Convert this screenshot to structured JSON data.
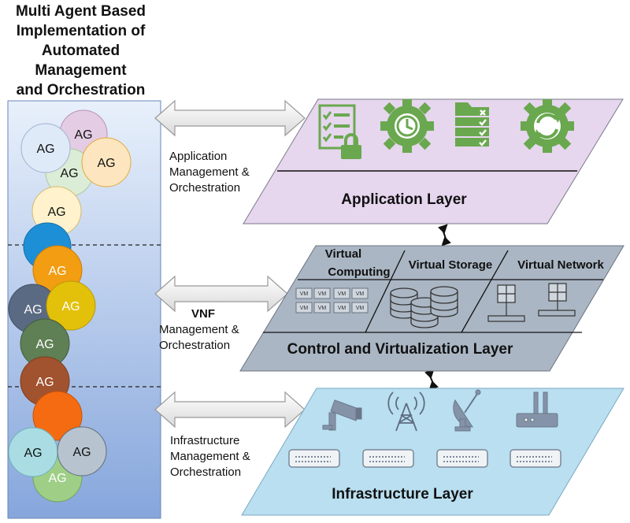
{
  "title": {
    "lines": [
      "Multi Agent Based",
      "Implementation of",
      "Automated",
      "Management",
      "and Orchestration"
    ]
  },
  "agent": {
    "label": "AG"
  },
  "management": {
    "application": [
      "Application",
      "Management &",
      "Orchestration"
    ],
    "vnf": [
      "VNF",
      "Management &",
      "Orchestration"
    ],
    "infrastructure": [
      "Infrastructure",
      "Management &",
      "Orchestration"
    ]
  },
  "layers": {
    "application": {
      "label": "Application Layer"
    },
    "control": {
      "label": "Control and Virtualization Layer",
      "virtual_computing": [
        "Virtual",
        "Computing"
      ],
      "virtual_storage": "Virtual Storage",
      "virtual_network": "Virtual Network",
      "vm_label": "VM"
    },
    "infrastructure": {
      "label": "Infrastructure Layer"
    }
  },
  "colors": {
    "agent_panel_top": "#e8f0fb",
    "agent_panel_bottom": "#86a6dc",
    "application_layer": "#e6d6ee",
    "control_layer": "#aab6c3",
    "infrastructure_layer": "#b9dff0",
    "app_icon_green": "#6aa84f",
    "device_gray": "#8593a8",
    "arrow_fill": "#f2f2f2",
    "arrow_stroke": "#999999"
  }
}
